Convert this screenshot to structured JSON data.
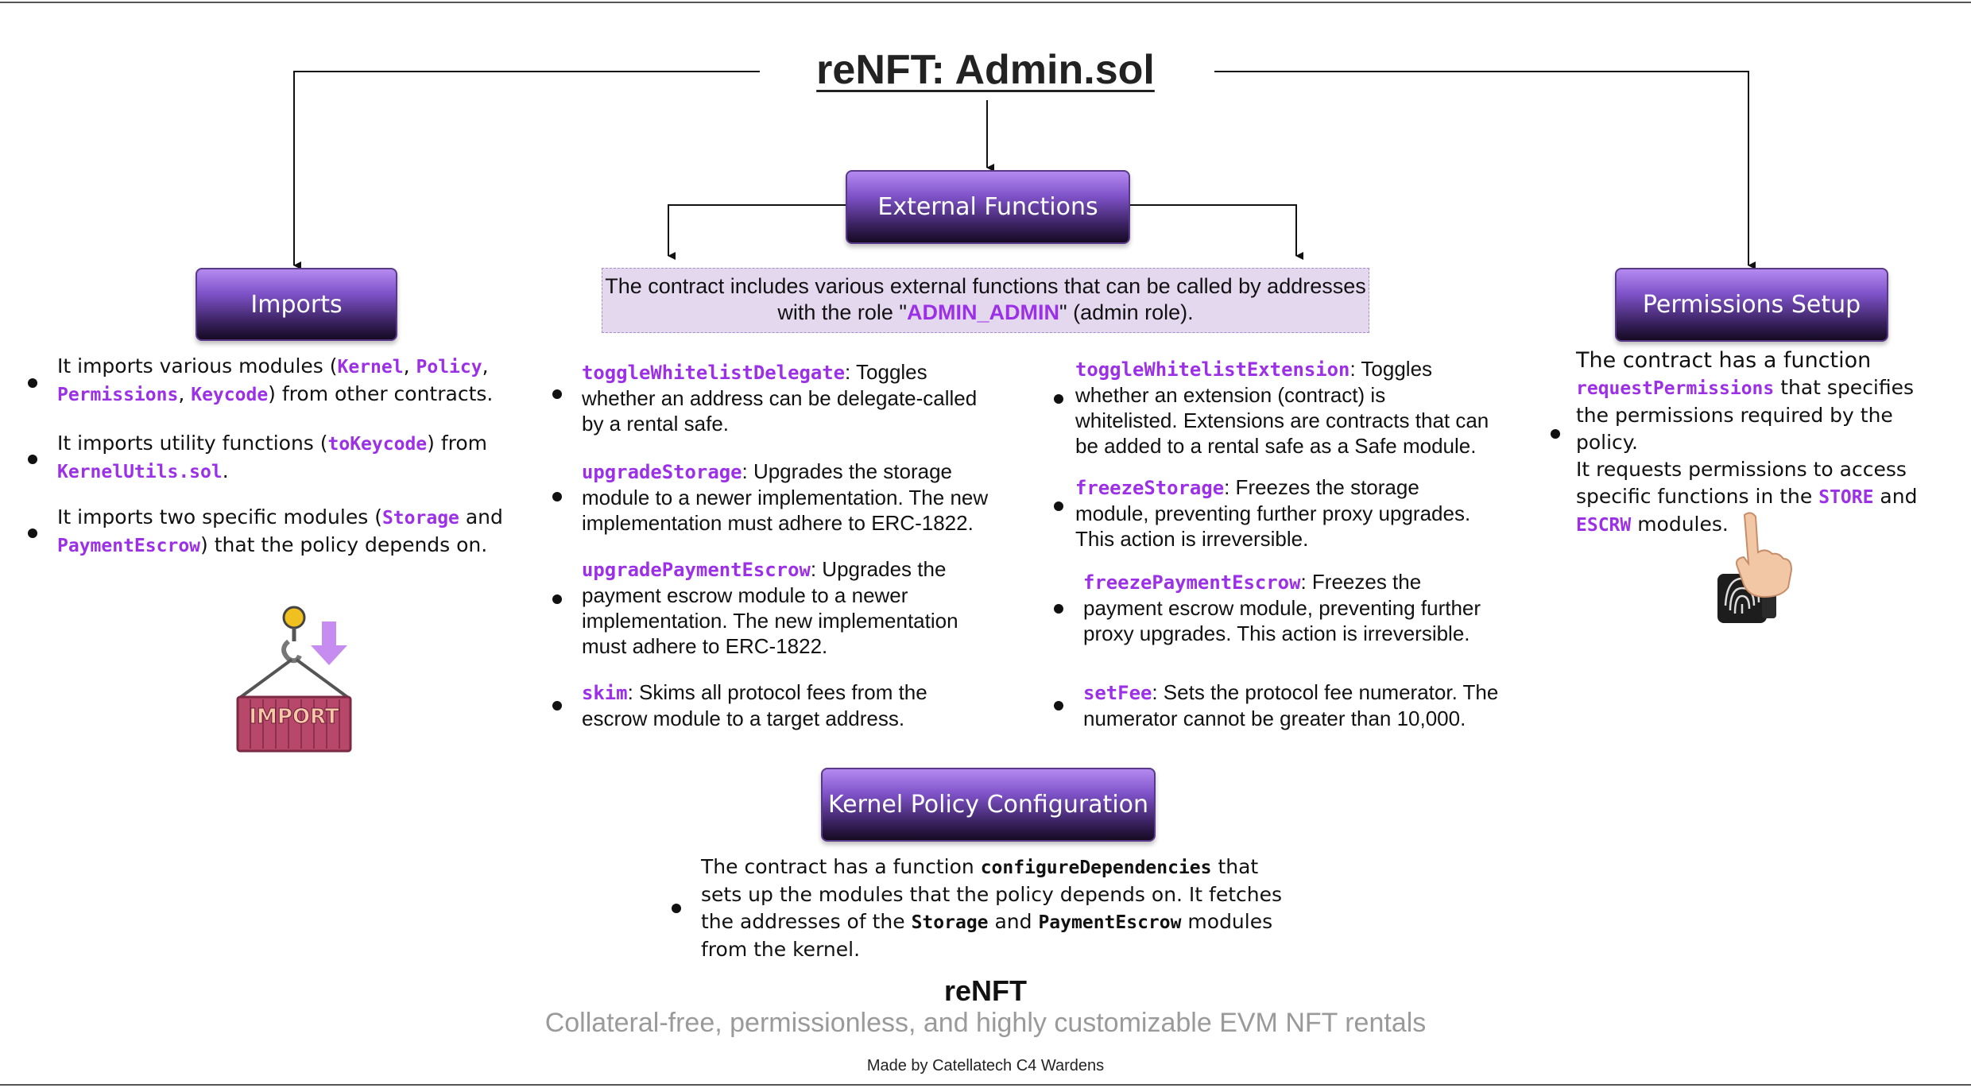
{
  "title": "reNFT: Admin.sol",
  "boxes": {
    "imports": "Imports",
    "external": "External Functions",
    "permissions": "Permissions Setup",
    "kernel": "Kernel Policy Configuration"
  },
  "external_intro": {
    "line1": "The contract includes various external functions that can be called by addresses",
    "line2_prefix": "with the role \"",
    "role": "ADMIN_ADMIN",
    "line2_suffix": "\" (admin role)."
  },
  "imports": {
    "item1": {
      "t1": "It imports various modules (",
      "c1": "Kernel",
      "s1": ", ",
      "c2": "Policy",
      "s2": ",",
      "c3": "Permissions",
      "s3": ", ",
      "c4": "Keycode",
      "t2": ") from other contracts."
    },
    "item2": {
      "t1": "It imports utility functions (",
      "c1": "toKeycode",
      "t2": ") from",
      "c2": "KernelUtils.sol",
      "t3": "."
    },
    "item3": {
      "t1": "It imports two specific modules (",
      "c1": "Storage",
      "t2": " and",
      "c2": "PaymentEscrow",
      "t3": ") that the policy depends on."
    },
    "image_label": "IMPORT"
  },
  "functions_left": [
    {
      "name": "toggleWhitelistDelegate",
      "l1": ": Toggles",
      "l2": "whether an address can be delegate-called",
      "l3": "by a rental safe."
    },
    {
      "name": "upgradeStorage",
      "l1": ": Upgrades the storage",
      "l2": "module to a newer implementation. The new",
      "l3": "implementation must adhere to ERC-1822."
    },
    {
      "name": "upgradePaymentEscrow",
      "l1": ": Upgrades the",
      "l2": "payment escrow module to a newer",
      "l3": "implementation. The new implementation",
      "l4": "must adhere to ERC-1822."
    },
    {
      "name": "skim",
      "l1": ": Skims all protocol fees from the",
      "l2": "escrow module to a target address."
    }
  ],
  "functions_right": [
    {
      "name": "toggleWhitelistExtension",
      "l1": ": Toggles",
      "l2": "whether an extension (contract) is",
      "l3": "whitelisted. Extensions are contracts that can",
      "l4": "be added to a rental safe as a Safe module."
    },
    {
      "name": "freezeStorage",
      "l1": ": Freezes the storage",
      "l2": "module, preventing further proxy upgrades.",
      "l3": "This action is irreversible."
    },
    {
      "name": "freezePaymentEscrow",
      "l1": ": Freezes the",
      "l2": "payment escrow module, preventing further",
      "l3": "proxy upgrades. This action is irreversible."
    },
    {
      "name": "setFee",
      "l1": ": Sets the protocol fee numerator. The",
      "l2": "numerator cannot be greater than 10,000."
    }
  ],
  "permissions": {
    "l1": "The contract has a function",
    "c1": "requestPermissions",
    "l2": " that specifies",
    "l3": "the permissions required by the policy.",
    "l4": "It requests permissions to access",
    "l5": "specific functions in the ",
    "c2": "STORE",
    "l5b": " and",
    "c3": "ESCRW",
    "l6": " modules."
  },
  "kernel": {
    "l1": "The contract has a function ",
    "c1": "configureDependencies",
    "l1b": " that",
    "l2": "sets up the modules that the policy depends on. It fetches",
    "l3": "the addresses of the ",
    "c2": "Storage",
    "l3b": " and ",
    "c3": "PaymentEscrow",
    "l3c": " modules",
    "l4": "from the kernel."
  },
  "footer": {
    "brand": "reNFT",
    "tagline": "Collateral-free, permissionless, and highly customizable EVM NFT rentals",
    "made_by": "Made by Catellatech C4 Wardens"
  },
  "colors": {
    "accent": "#9b30e6",
    "box_top": "#b48af0",
    "box_bottom": "#150a22",
    "intro_bg": "#e4d8ef"
  }
}
